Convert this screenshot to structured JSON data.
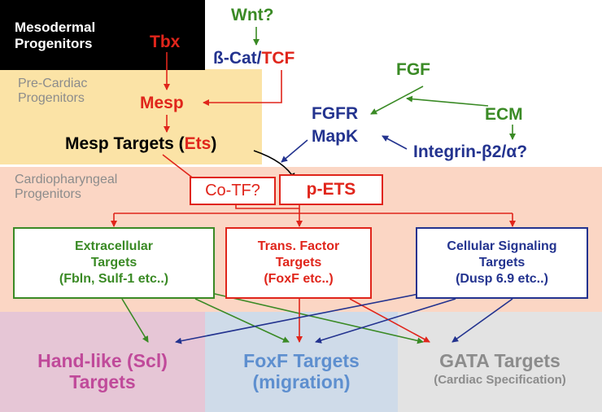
{
  "colors": {
    "red": "#e0251b",
    "green": "#3a8a25",
    "blue": "#23338f",
    "black": "#000000",
    "gray": "#8c8c8c",
    "magenta": "#c04a9a",
    "lightblue": "#5e8fcf",
    "precardiac_bg": "#fbe3a6",
    "cardio_bg": "#fbd6c4",
    "handlike_bg": "#e6c6d6",
    "foxf_bg": "#cfdbe9",
    "gata_bg": "#e3e3e3"
  },
  "regions": {
    "mesodermal": "Mesodermal\nProgenitors",
    "precardiac": "Pre-Cardiac\nProgenitors",
    "cardiopharyngeal": "Cardiopharyngeal\nProgenitors"
  },
  "nodes": {
    "wnt": "Wnt?",
    "beta_cat": "ß-Cat/",
    "tcf": "TCF",
    "tbx": "Tbx",
    "mesp": "Mesp",
    "mesp_targets": "Mesp Targets (",
    "ets": "Ets",
    "mesp_targets_close": ")",
    "fgf": "FGF",
    "fgfr": "FGFR",
    "mapk": "MapK",
    "ecm": "ECM",
    "integrin": "Integrin-β2/α?",
    "co_tf": "Co-TF?",
    "p_ets": "p-ETS"
  },
  "targets": {
    "extracellular": [
      "Extracellular",
      "Targets",
      "(Fbln, Sulf-1 etc..)"
    ],
    "trans_factor": [
      "Trans. Factor",
      "Targets",
      "(FoxF etc..)"
    ],
    "cellular_signaling": [
      "Cellular Signaling",
      "Targets",
      "(Dusp 6.9 etc..)"
    ]
  },
  "outputs": {
    "handlike": [
      "Hand-like (Scl)",
      "Targets"
    ],
    "foxf": [
      "FoxF Targets",
      "(migration)"
    ],
    "gata": [
      "GATA Targets",
      "(Cardiac Specification)"
    ]
  }
}
